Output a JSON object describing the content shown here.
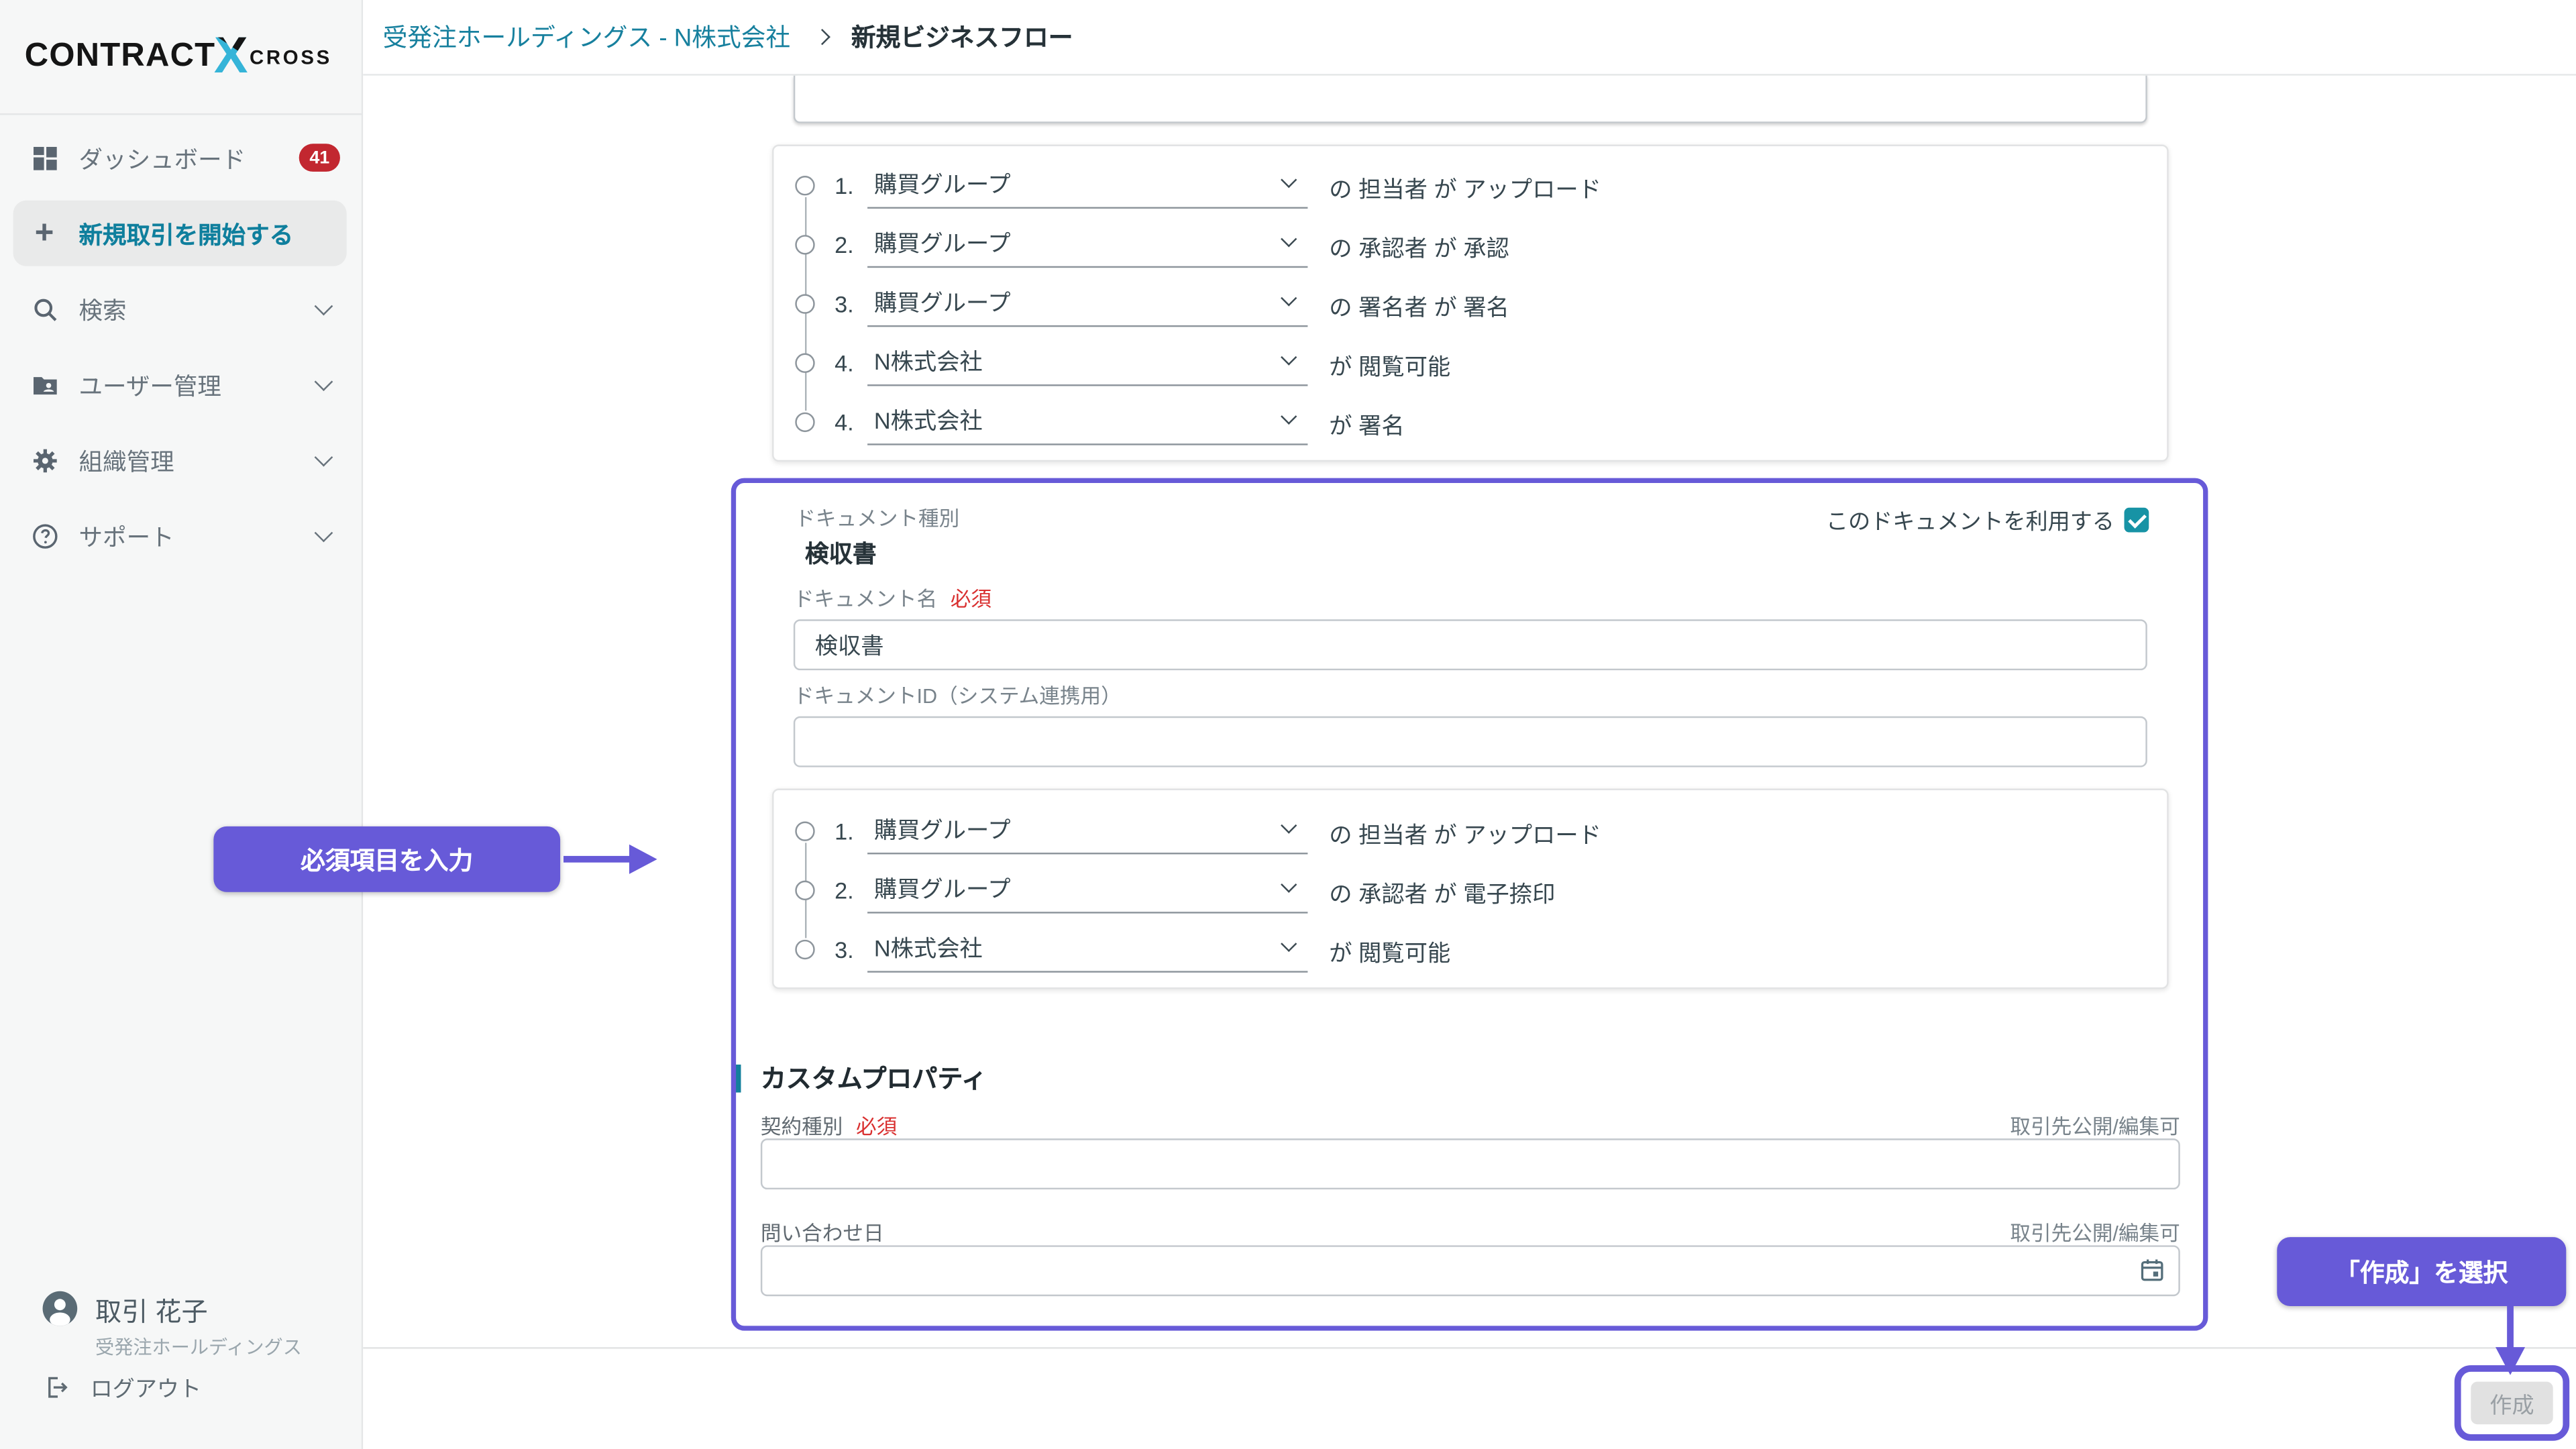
{
  "logo": {
    "contract": "CONTRACT",
    "x": "X",
    "cross": "CROSS"
  },
  "sidebar": {
    "items": [
      {
        "label": "ダッシュボード",
        "badge": "41"
      },
      {
        "label": "新規取引を開始する"
      },
      {
        "label": "検索"
      },
      {
        "label": "ユーザー管理"
      },
      {
        "label": "組織管理"
      },
      {
        "label": "サポート"
      }
    ],
    "user": {
      "name": "取引 花子",
      "org": "受発注ホールディングス",
      "logout": "ログアウト"
    }
  },
  "breadcrumb": {
    "parent": "受発注ホールディングス - N株式会社",
    "current": "新規ビジネスフロー"
  },
  "workflow1": {
    "rows": [
      {
        "num": "1.",
        "select": "購買グループ",
        "suffix": "の 担当者 が アップロード"
      },
      {
        "num": "2.",
        "select": "購買グループ",
        "suffix": "の 承認者 が 承認"
      },
      {
        "num": "3.",
        "select": "購買グループ",
        "suffix": "の 署名者 が 署名"
      },
      {
        "num": "4.",
        "select": "N株式会社",
        "suffix": "が 閲覧可能"
      },
      {
        "num": "4.",
        "select": "N株式会社",
        "suffix": "が 署名"
      }
    ]
  },
  "document": {
    "type_label": "ドキュメント種別",
    "type_value": "検収書",
    "use_label": "このドキュメントを利用する",
    "name_label": "ドキュメント名",
    "name_required": "必須",
    "name_value": "検収書",
    "id_label": "ドキュメントID（システム連携用）",
    "id_value": "",
    "rows": [
      {
        "num": "1.",
        "select": "購買グループ",
        "suffix": "の 担当者 が アップロード"
      },
      {
        "num": "2.",
        "select": "購買グループ",
        "suffix": "の 承認者 が 電子捺印"
      },
      {
        "num": "3.",
        "select": "N株式会社",
        "suffix": "が 閲覧可能"
      }
    ]
  },
  "custom": {
    "heading": "カスタムプロパティ",
    "fields": [
      {
        "label": "契約種別",
        "required": "必須",
        "visibility": "取引先公開/編集可",
        "value": ""
      },
      {
        "label": "問い合わせ日",
        "required": "",
        "visibility": "取引先公開/編集可",
        "value": ""
      }
    ]
  },
  "footer": {
    "create_label": "作成"
  },
  "annotations": {
    "callout1": "必須項目を入力",
    "callout2": "「作成」を選択"
  },
  "colors": {
    "teal": "#0F7F9D",
    "checkbox_teal": "#1793A5",
    "purple": "#675AD8",
    "badge_red": "#C22730",
    "logo_cyan": "#35B4D8"
  }
}
